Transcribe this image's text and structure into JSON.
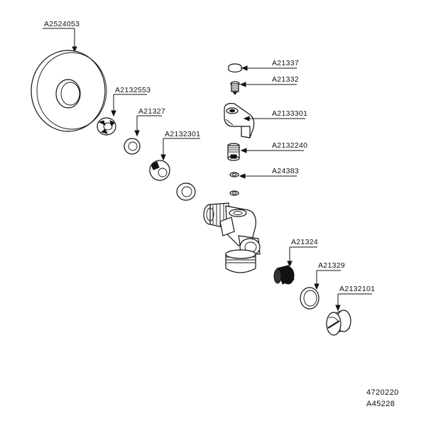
{
  "labels": {
    "escutcheon": "A2524053",
    "cap": "A21337",
    "screw": "A21332",
    "handle": "A2133301",
    "clip": "A2132553",
    "washer_small": "A21327",
    "ball": "A2132301",
    "stem": "A2132240",
    "oring": "A24383",
    "seal": "A21324",
    "washer_large": "A21329",
    "nut": "A2132101"
  },
  "footer": {
    "ref_number": "4720220",
    "ref_code": "A45228"
  }
}
